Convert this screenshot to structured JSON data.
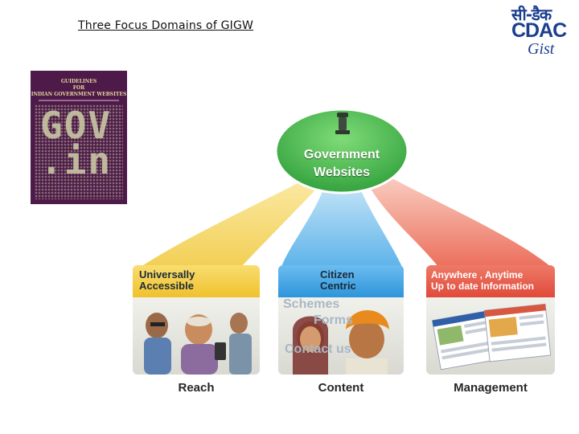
{
  "slide": {
    "title": "Three Focus Domains of GIGW"
  },
  "logo": {
    "hindi": "सी-डैक",
    "brand": "CDAC",
    "sub": "Gist"
  },
  "book": {
    "title_line1": "GUIDELINES",
    "title_line2": "FOR",
    "title_line3": "INDIAN GOVERNMENT WEBSITES",
    "cover_line1": "GOV",
    "cover_line2": ".in"
  },
  "hub": {
    "line1": "Government",
    "line2": "Websites"
  },
  "domains": [
    {
      "header_line1": "Universally",
      "header_line2": "Accessible",
      "label": "Reach",
      "color": "#f2c531"
    },
    {
      "header_line1": "Citizen",
      "header_line2": "Centric",
      "label": "Content",
      "color": "#4aa5e2",
      "ghost1": "Schemes",
      "ghost2": "Forms",
      "ghost3": "Contact us"
    },
    {
      "header_line1": "Anywhere , Anytime",
      "header_line2": "Up to date Information",
      "label": "Management",
      "color": "#e8584b"
    }
  ],
  "colors": {
    "hub_green": "#3cb54a",
    "stream_yellow": "#f4d86a",
    "stream_blue": "#8ec9ee",
    "stream_red": "#f2a08a"
  }
}
